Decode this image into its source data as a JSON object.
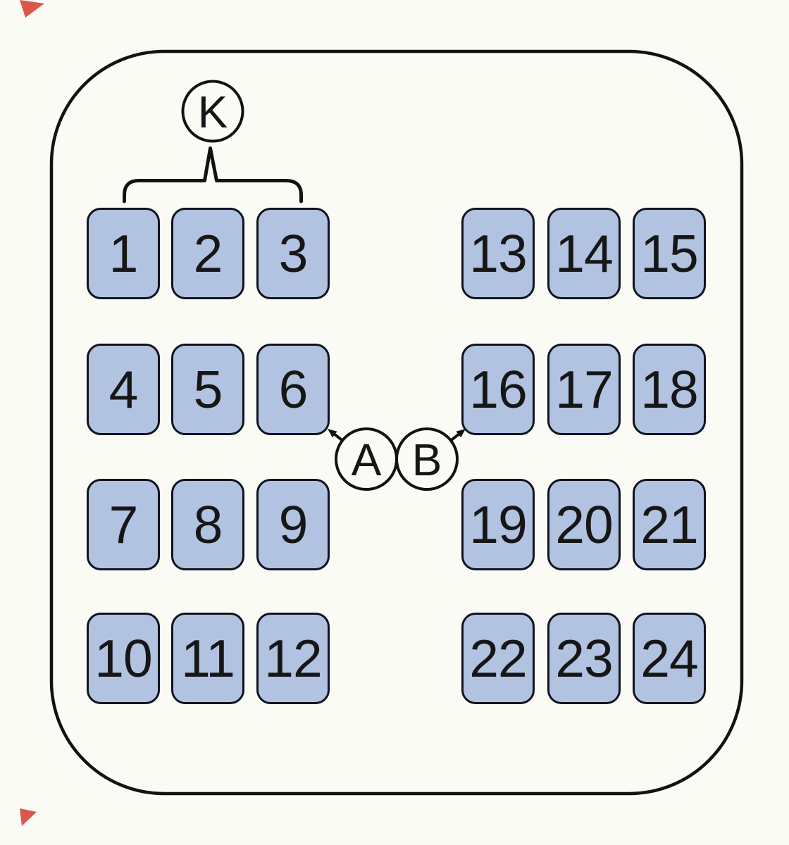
{
  "labels": {
    "k": "K",
    "a": "A",
    "b": "B"
  },
  "seats": {
    "left": [
      [
        "1",
        "2",
        "3"
      ],
      [
        "4",
        "5",
        "6"
      ],
      [
        "7",
        "8",
        "9"
      ],
      [
        "10",
        "11",
        "12"
      ]
    ],
    "right": [
      [
        "13",
        "14",
        "15"
      ],
      [
        "16",
        "17",
        "18"
      ],
      [
        "19",
        "20",
        "21"
      ],
      [
        "22",
        "23",
        "24"
      ]
    ]
  },
  "colors": {
    "background": "#fbfbf6",
    "seat_fill": "#b2c3e1",
    "seat_border": "#10131f",
    "line": "#121212",
    "text": "#161616",
    "artifact_red": "#d8443a"
  }
}
